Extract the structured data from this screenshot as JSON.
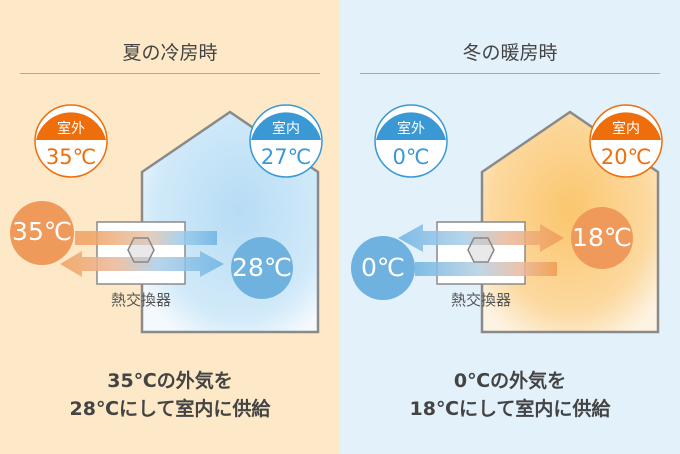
{
  "summer": {
    "title": "夏の冷房時",
    "outdoor": {
      "label": "室外",
      "value": "35℃"
    },
    "indoor": {
      "label": "室内",
      "value": "27℃"
    },
    "intake_temp": "35℃",
    "supply_temp": "28℃",
    "exchanger_label": "熱交換器",
    "caption_line1": "35℃の外気を",
    "caption_line2": "28℃にして室内に供給",
    "colors": {
      "bg": "#fde9c7",
      "warm": "#ee6e0b",
      "cool": "#3a99d5"
    }
  },
  "winter": {
    "title": "冬の暖房時",
    "outdoor": {
      "label": "室外",
      "value": "0℃"
    },
    "indoor": {
      "label": "室内",
      "value": "20℃"
    },
    "intake_temp": "0℃",
    "supply_temp": "18℃",
    "exchanger_label": "熱交換器",
    "caption_line1": "0℃の外気を",
    "caption_line2": "18℃にして室内に供給",
    "colors": {
      "bg": "#e3f1fb",
      "warm": "#ee6e0b",
      "cool": "#3a99d5"
    }
  }
}
